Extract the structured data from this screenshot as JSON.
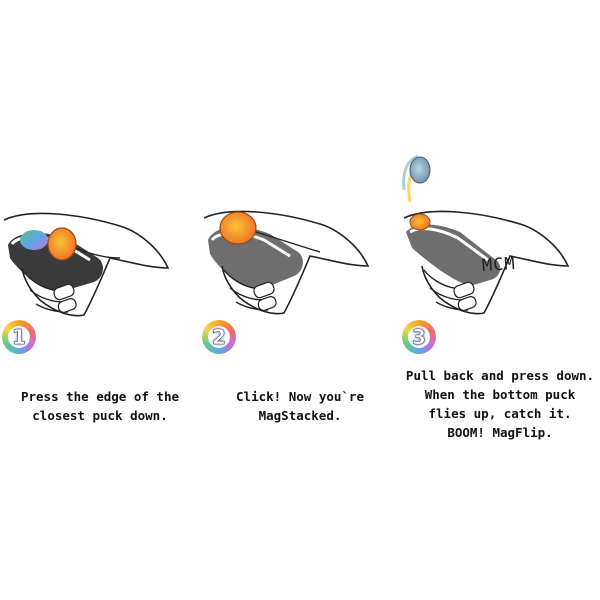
{
  "steps": [
    {
      "number": "1",
      "lines": [
        "Press the edge of the",
        "closest puck down."
      ]
    },
    {
      "number": "2",
      "lines": [
        "Click! Now you`re",
        "MagStacked."
      ]
    },
    {
      "number": "3",
      "lines": [
        "Pull back and press down.",
        "When the bottom puck",
        "flies up, catch it.",
        "BOOM! MagFlip."
      ]
    }
  ],
  "annotation": "MCM",
  "colors": {
    "puck_orange": "#f26d2b",
    "puck_yellow": "#f7c431",
    "puck_green": "#5fbf7a",
    "puck_blue": "#5aa9e6",
    "device_gray": "#6e6e6e"
  },
  "icons": [
    "hand-illustration",
    "puck-icon",
    "step-badge"
  ]
}
